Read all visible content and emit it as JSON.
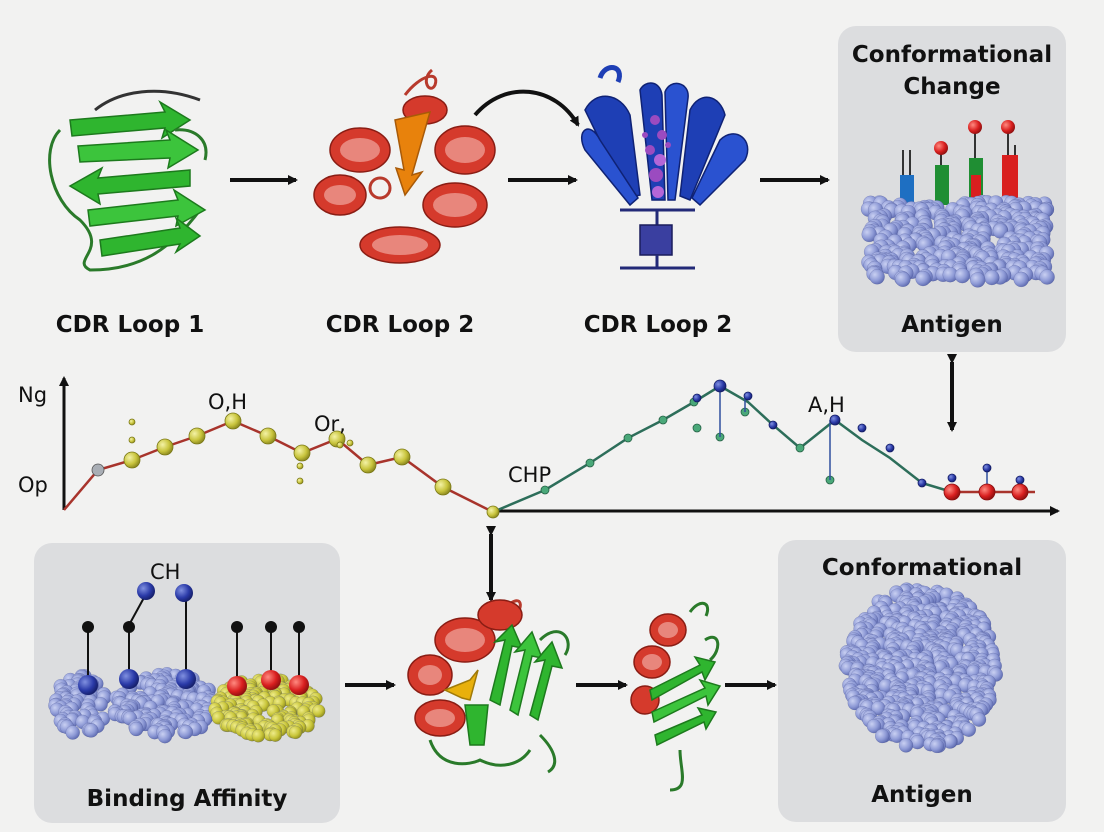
{
  "top_row": {
    "stage1_label": "CDR Loop 1",
    "stage2_label": "CDR Loop 2",
    "stage3_label": "CDR Loop 2",
    "panel_title": "Conformational Change",
    "panel_title_line1": "Conformational",
    "panel_title_line2": "Change",
    "panel_label": "Antigen"
  },
  "middle": {
    "y_label_top": "Ng",
    "y_label_bottom": "Op",
    "peak_label_left": "O,H",
    "label_or": "Or,",
    "label_chp": "CHP",
    "peak_label_right": "A,H"
  },
  "bottom_row": {
    "left_panel_label": "Binding Affinity",
    "left_panel_ch": "CH",
    "right_panel_title": "Conformational",
    "right_panel_label": "Antigen"
  },
  "colors": {
    "panel_bg": "#dcdddf",
    "green_sheet": "#2fb52f",
    "red_helix": "#d53a2c",
    "orange": "#e8820c",
    "blue_protein": "#1e3fb5",
    "purple": "#9b4bc0",
    "sphere_blue": "#8e9ad6",
    "sphere_yellow": "#c9c63a",
    "curve_red": "#a8342c",
    "curve_teal": "#2d6e5a",
    "curve_blue": "#2f4f9e"
  }
}
